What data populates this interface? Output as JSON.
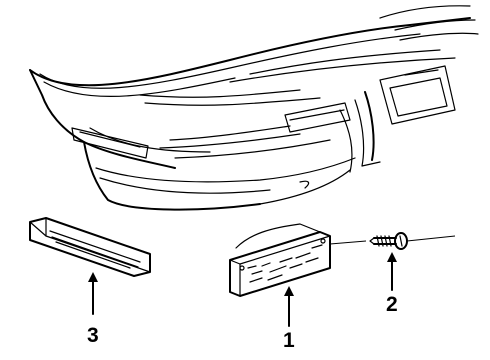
{
  "diagram": {
    "parts": [
      {
        "number": "1",
        "part": "side-marker-lamp"
      },
      {
        "number": "2",
        "part": "mounting-screw"
      },
      {
        "number": "3",
        "part": "reflector"
      }
    ]
  }
}
